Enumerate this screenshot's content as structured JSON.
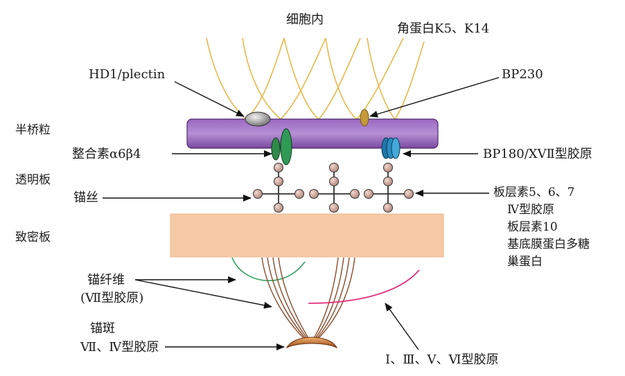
{
  "labels": {
    "intracellular": "细胞内",
    "keratin": "角蛋白K5、K14",
    "hd1": "HD1/plectin",
    "bp230": "BP230",
    "hemidesmosome": "半桥粒",
    "integrin": "整合素α6β4",
    "bp180": "BP180/XVⅡ型胶原",
    "lamina_lucida": "透明板",
    "anchoring_filament": "锚丝",
    "laminin_group": [
      "板层素5、6、7",
      "Ⅳ型胶原",
      "板层素10",
      "基底膜蛋白多糖",
      "巢蛋白"
    ],
    "lamina_densa": "致密板",
    "anchoring_fibril": "锚纤维",
    "collagen_vii": "(Ⅶ型胶原)",
    "anchoring_plaque": "锚斑",
    "collagen_vii_iv": "Ⅶ、Ⅳ型胶原",
    "collagens_dermal": "Ⅰ、Ⅲ、Ⅴ、Ⅵ型胶原"
  },
  "colors": {
    "keratin_line": "#e8b84a",
    "hemidesmosome_plate": "#8a55b0",
    "lamina_densa": "#f7c9a4",
    "integrin": "#2f8a4a",
    "bp180": "#2a8cc0",
    "bp230": "#c49a3a",
    "hd1": "#8a8a8a",
    "anchoring_node": "#c79a8e",
    "fibril": "#8a4a2a",
    "green_arc": "#2fa060",
    "pink_arc": "#e0307a",
    "plaque": "#c87030"
  }
}
